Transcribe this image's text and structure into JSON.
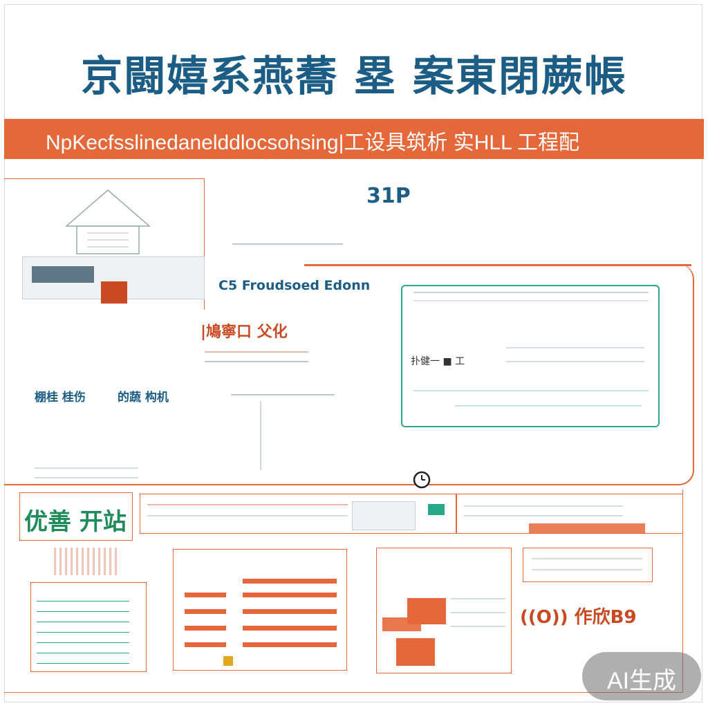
{
  "header": {
    "title": "京闘嬉系燕蕎 塁 案東閉蕨帳",
    "banner": "NpKecfsslinedanelddlocsohsing|工设具筑析 实HLL 工程配"
  },
  "nodes": {
    "center_code": "31P",
    "center_label": "C5 Froudsoed Edonn",
    "mid_red_label": "|鳩寧口 父化",
    "left_label_a": "棚桂 桂伤",
    "left_label_b": "的蔬 构机",
    "inner_box_label": "扑健一 ■ 工",
    "bottom_green_label": "优善 开站",
    "bottom_right_label": "((O)) 作欣B9"
  },
  "watermark": {
    "text": "AI生成"
  },
  "colors": {
    "primary": "#1c5d86",
    "accent": "#e4683a",
    "teal": "#2aa88a"
  }
}
